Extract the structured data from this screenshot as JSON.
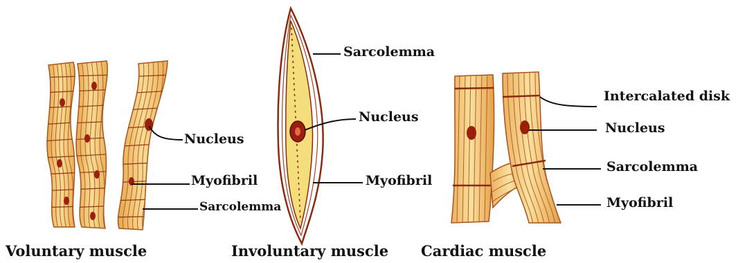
{
  "top_cut_text": "",
  "colors": {
    "fiber_light": "#f6d690",
    "fiber_mid": "#e8a84c",
    "fiber_dark": "#8a2a10",
    "nucleus": "#9a1f0c",
    "smooth_fill": "#f4de7c",
    "leader": "#111111"
  },
  "voluntary": {
    "caption": "Voluntary muscle",
    "labels": {
      "nucleus": "Nucleus",
      "myofibril": "Myofibril",
      "sarcolemma": "Sarcolemma"
    }
  },
  "involuntary": {
    "caption": "Involuntary muscle",
    "labels": {
      "sarcolemma": "Sarcolemma",
      "nucleus": "Nucleus",
      "myofibril": "Myofibril"
    }
  },
  "cardiac": {
    "caption": "Cardiac muscle",
    "labels": {
      "intercalated_disk": "Intercalated disk",
      "nucleus": "Nucleus",
      "sarcolemma": "Sarcolemma",
      "myofibril": "Myofibril"
    }
  }
}
